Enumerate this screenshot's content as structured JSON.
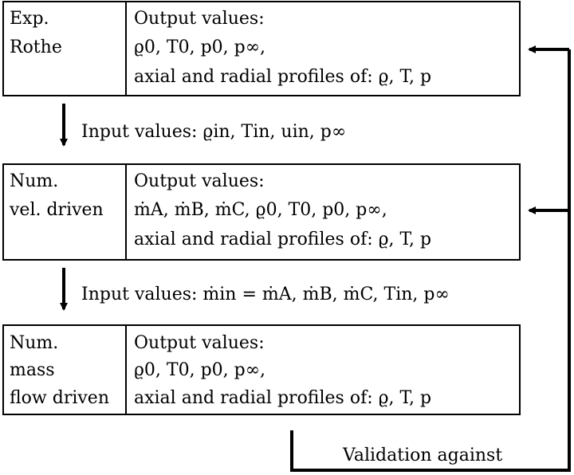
{
  "blocks": [
    {
      "id": "exp",
      "label_lines": [
        "Exp.",
        "Rothe"
      ],
      "out_lines": [
        "Output values:",
        "ϱ0, T0, p0, p∞,",
        "axial and radial profiles of: ϱ, T, p"
      ]
    },
    {
      "id": "vel",
      "label_lines": [
        "Num.",
        "vel. driven"
      ],
      "out_lines": [
        "Output values:",
        "ṁA, ṁB, ṁC, ϱ0, T0, p0, p∞,",
        "axial and radial profiles of: ϱ, T, p"
      ]
    },
    {
      "id": "mass",
      "label_lines": [
        "Num.",
        "mass",
        "flow driven"
      ],
      "out_lines": [
        "Output values:",
        "ϱ0, T0, p0, p∞,",
        "axial and radial profiles of: ϱ, T, p"
      ]
    }
  ],
  "inputs": [
    "Input values: ϱin, Tin, uin, p∞",
    "Input values: ṁin = ṁA, ṁB, ṁC, Tin, p∞"
  ],
  "validation": "Validation against"
}
